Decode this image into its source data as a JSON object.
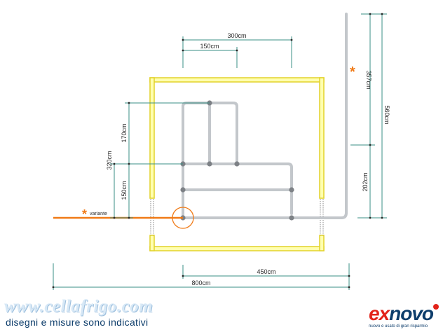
{
  "dimensions": {
    "d300": "300cm",
    "d150_top": "150cm",
    "d170": "170cm",
    "d320": "320cm",
    "d150_left": "150cm",
    "d357": "357cm",
    "d560": "560cm",
    "d202": "202cm",
    "d450": "450cm",
    "d800": "800cm"
  },
  "annotations": {
    "variant_star": "*",
    "variant_label": "variante",
    "right_star": "*"
  },
  "footer": {
    "website": "www.cellafrigo.com",
    "disclaimer": "disegni e misure sono indicativi"
  },
  "logo": {
    "ex": "ex",
    "novo": "novo",
    "tagline": "nuovo e usato di gran risparmio"
  },
  "colors": {
    "wall_fill": "#ffffb0",
    "wall_stroke": "#e2d22a",
    "pipe": "#c3c7cb",
    "node": "#7d8186",
    "dimension_line": "#3a8f86",
    "variant_line": "#f07a16",
    "star": "#f07a16"
  }
}
